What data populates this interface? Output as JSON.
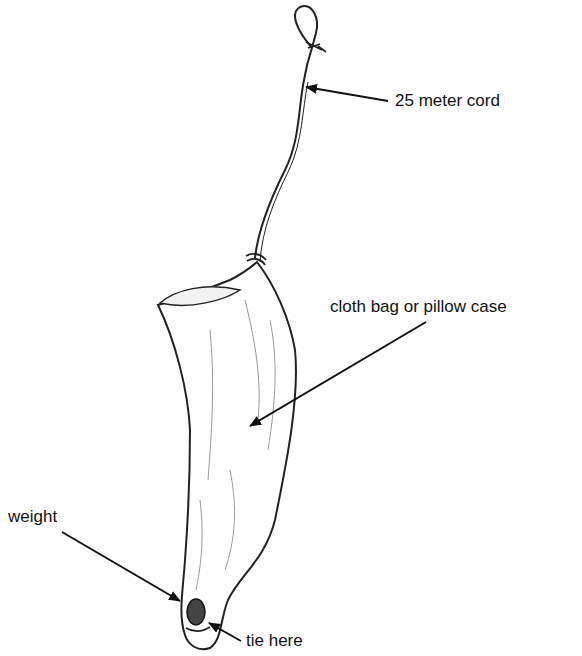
{
  "diagram": {
    "labels": [
      "25 meter cord",
      "cloth bag or pillow case",
      "weight",
      "tie here"
    ]
  }
}
